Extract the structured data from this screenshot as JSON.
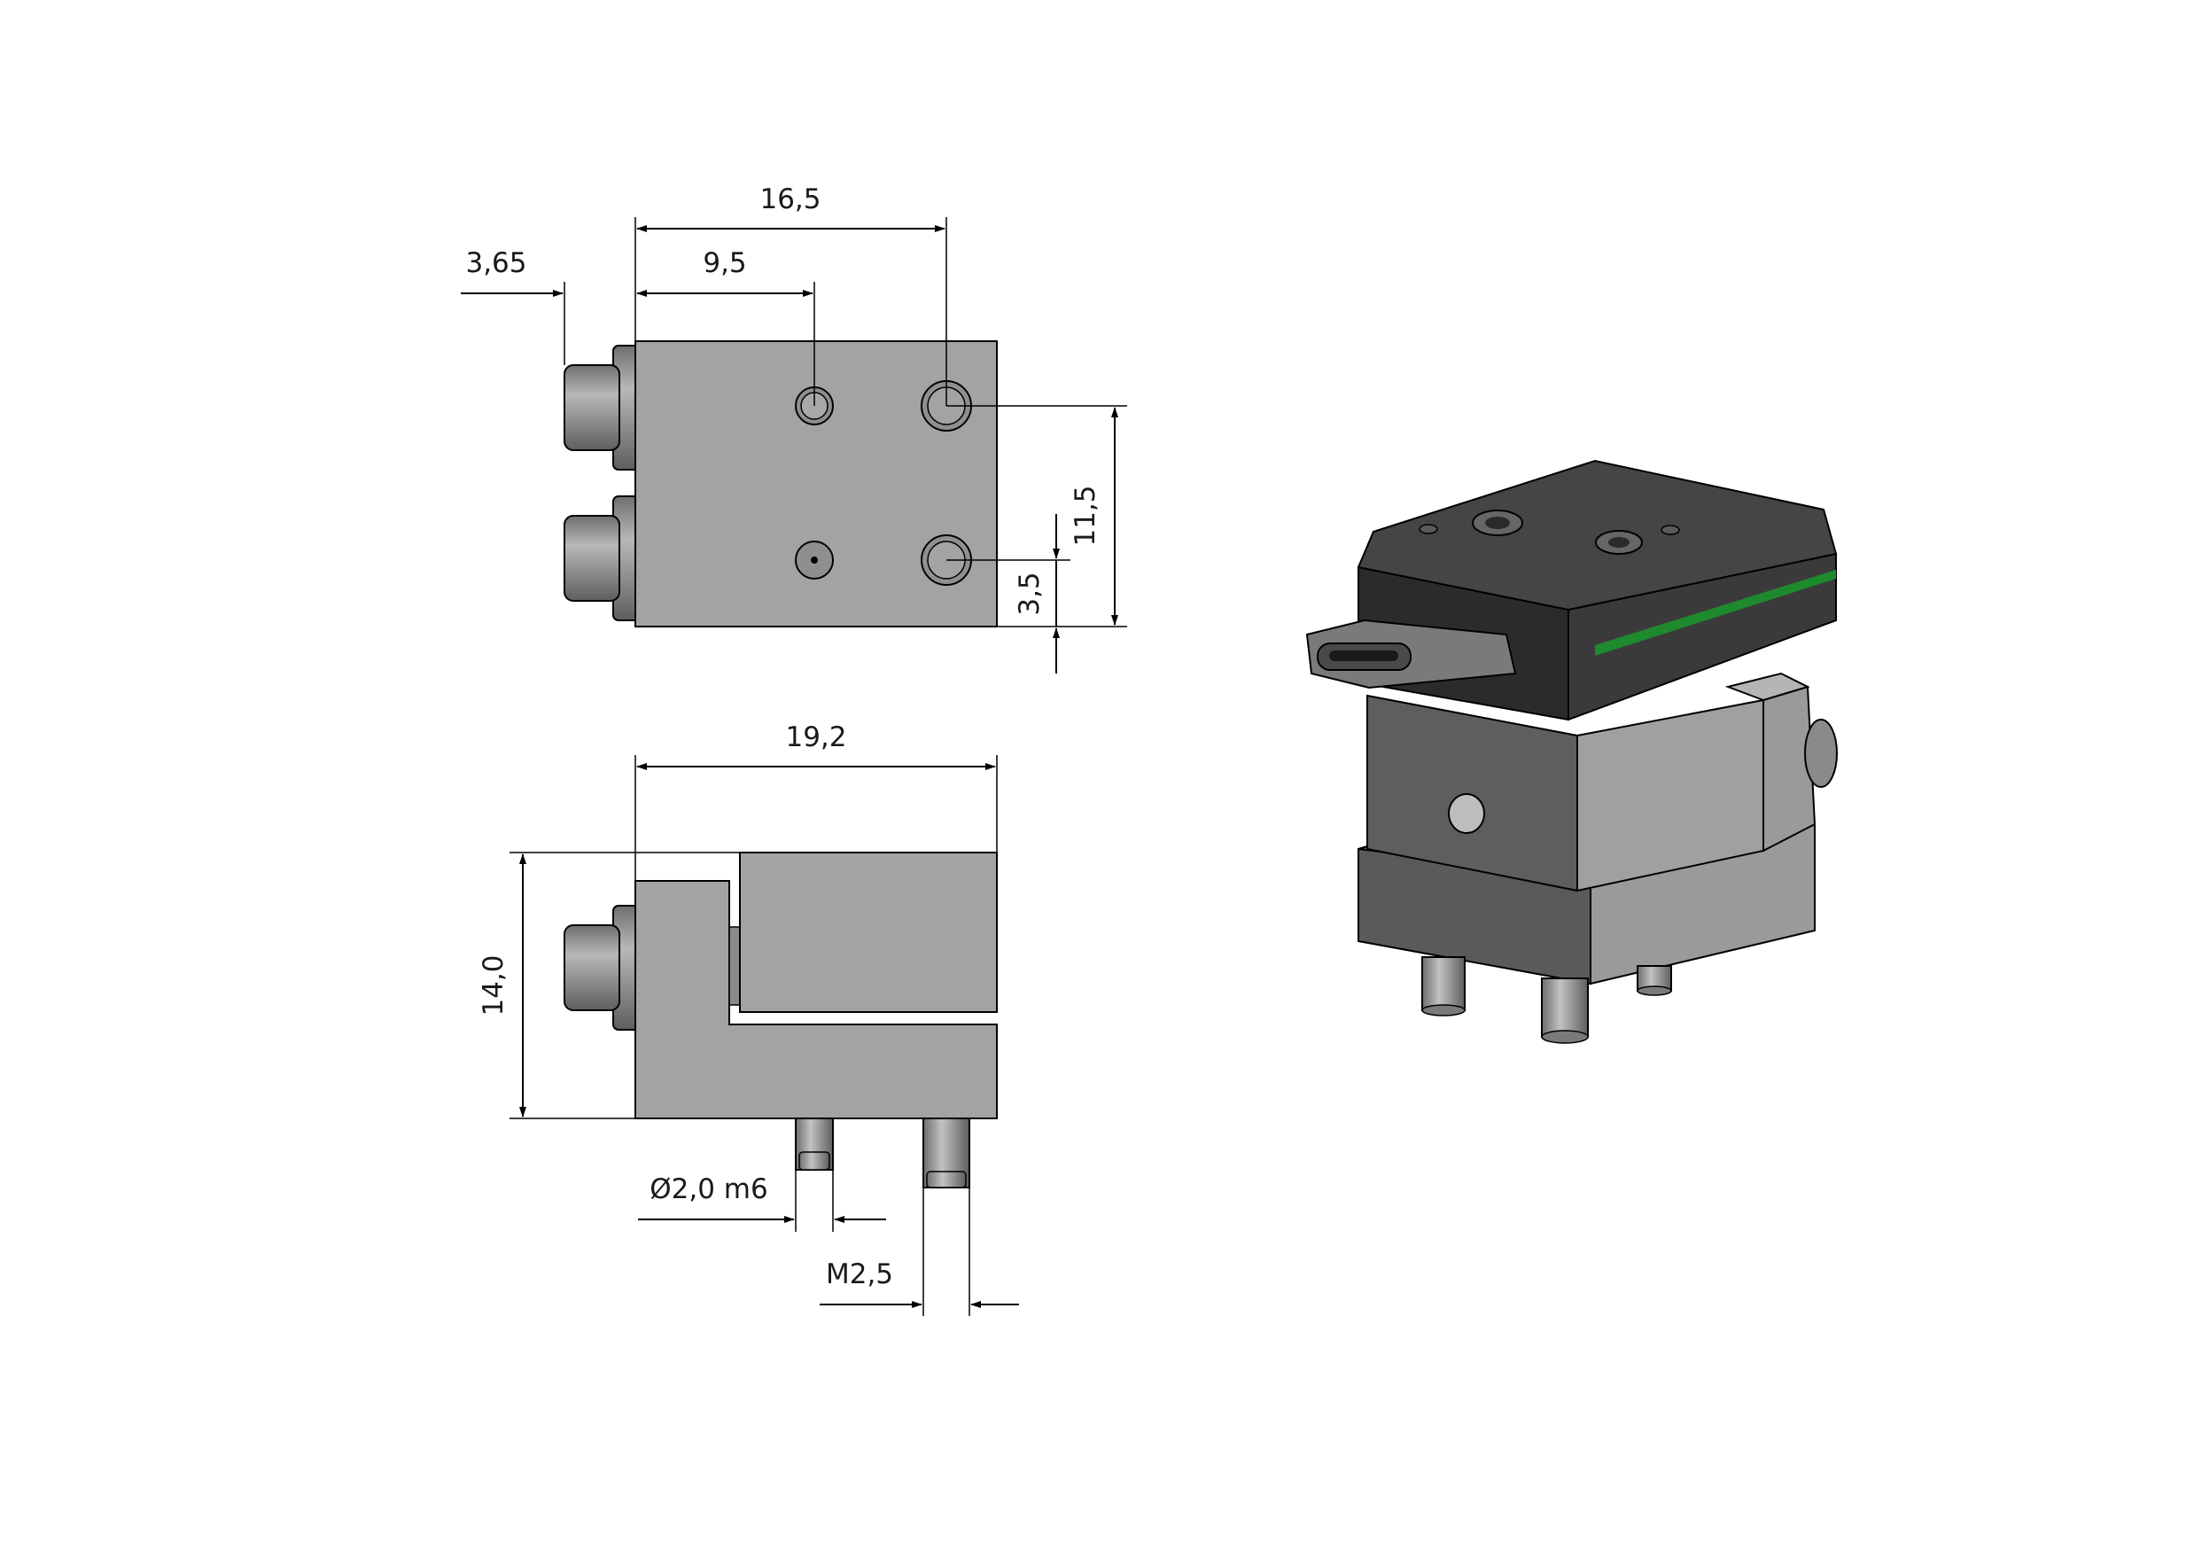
{
  "drawing": {
    "top_view": {
      "dim_overall_width": "16,5",
      "dim_offset_left": "3,65",
      "dim_hole_spacing": "9,5",
      "dim_height": "11,5",
      "dim_small_offset": "3,5"
    },
    "side_view": {
      "dim_width": "19,2",
      "dim_height": "14,0",
      "dim_pin_diameter": "Ø2,0 m6",
      "dim_thread": "M2,5"
    },
    "isometric_view": {
      "icon": "gripper-module-3d"
    }
  },
  "colors": {
    "steel": "#a3a3a3",
    "pin": "#8a8a8a",
    "dark_housing": "#2a2a2a",
    "green_stripe": "#1e8a2e"
  }
}
